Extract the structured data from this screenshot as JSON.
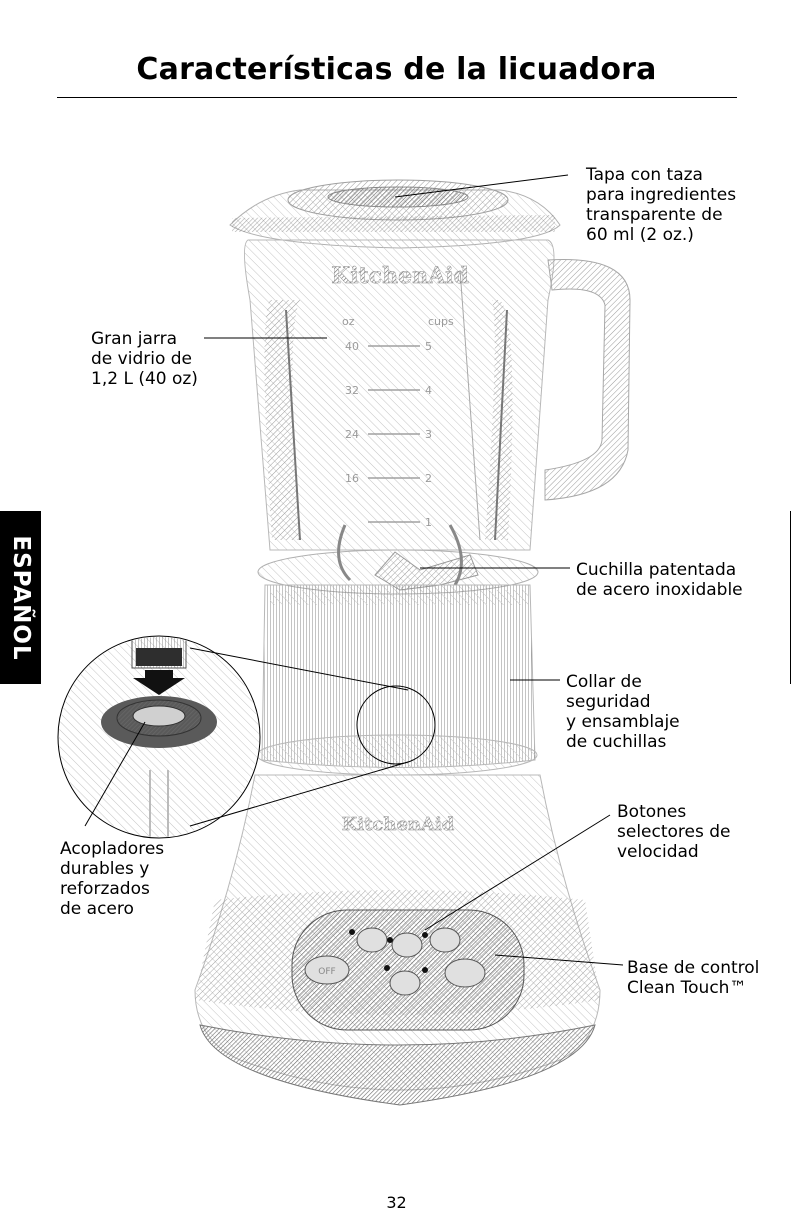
{
  "page": {
    "title": "Características de la licuadora",
    "side_tab": "ESPAÑOL",
    "page_number": "32"
  },
  "labels": {
    "lid": "Tapa con taza\npara ingredientes\ntransparente de\n60 ml (2 oz.)",
    "jar": "Gran jarra\nde vidrio de\n1,2 L (40 oz)",
    "blade": "Cuchilla patentada\nde acero inoxidable",
    "collar": "Collar de\nseguridad\ny ensamblaje\nde cuchillas",
    "couplers": "Acopladores\ndurables y\nreforzados\nde acero",
    "buttons": "Botones\nselectores de\nvelocidad",
    "base": "Base de control\nClean Touch™"
  },
  "illustration": {
    "brand_jar": "KitchenAid",
    "brand_base": "KitchenAid",
    "scale_header_left": "oz",
    "scale_header_right": "cups",
    "scale_rows": [
      {
        "oz": "40",
        "cups": "5"
      },
      {
        "oz": "32",
        "cups": "4"
      },
      {
        "oz": "24",
        "cups": "3"
      },
      {
        "oz": "16",
        "cups": "2"
      },
      {
        "oz": "",
        "cups": "1"
      }
    ],
    "button_labels": [
      "OFF",
      "",
      "",
      "",
      ""
    ],
    "colors": {
      "hatch": "#8c8c8c",
      "dark": "#3a3a3a",
      "base_top": "#d8d8d8"
    }
  }
}
